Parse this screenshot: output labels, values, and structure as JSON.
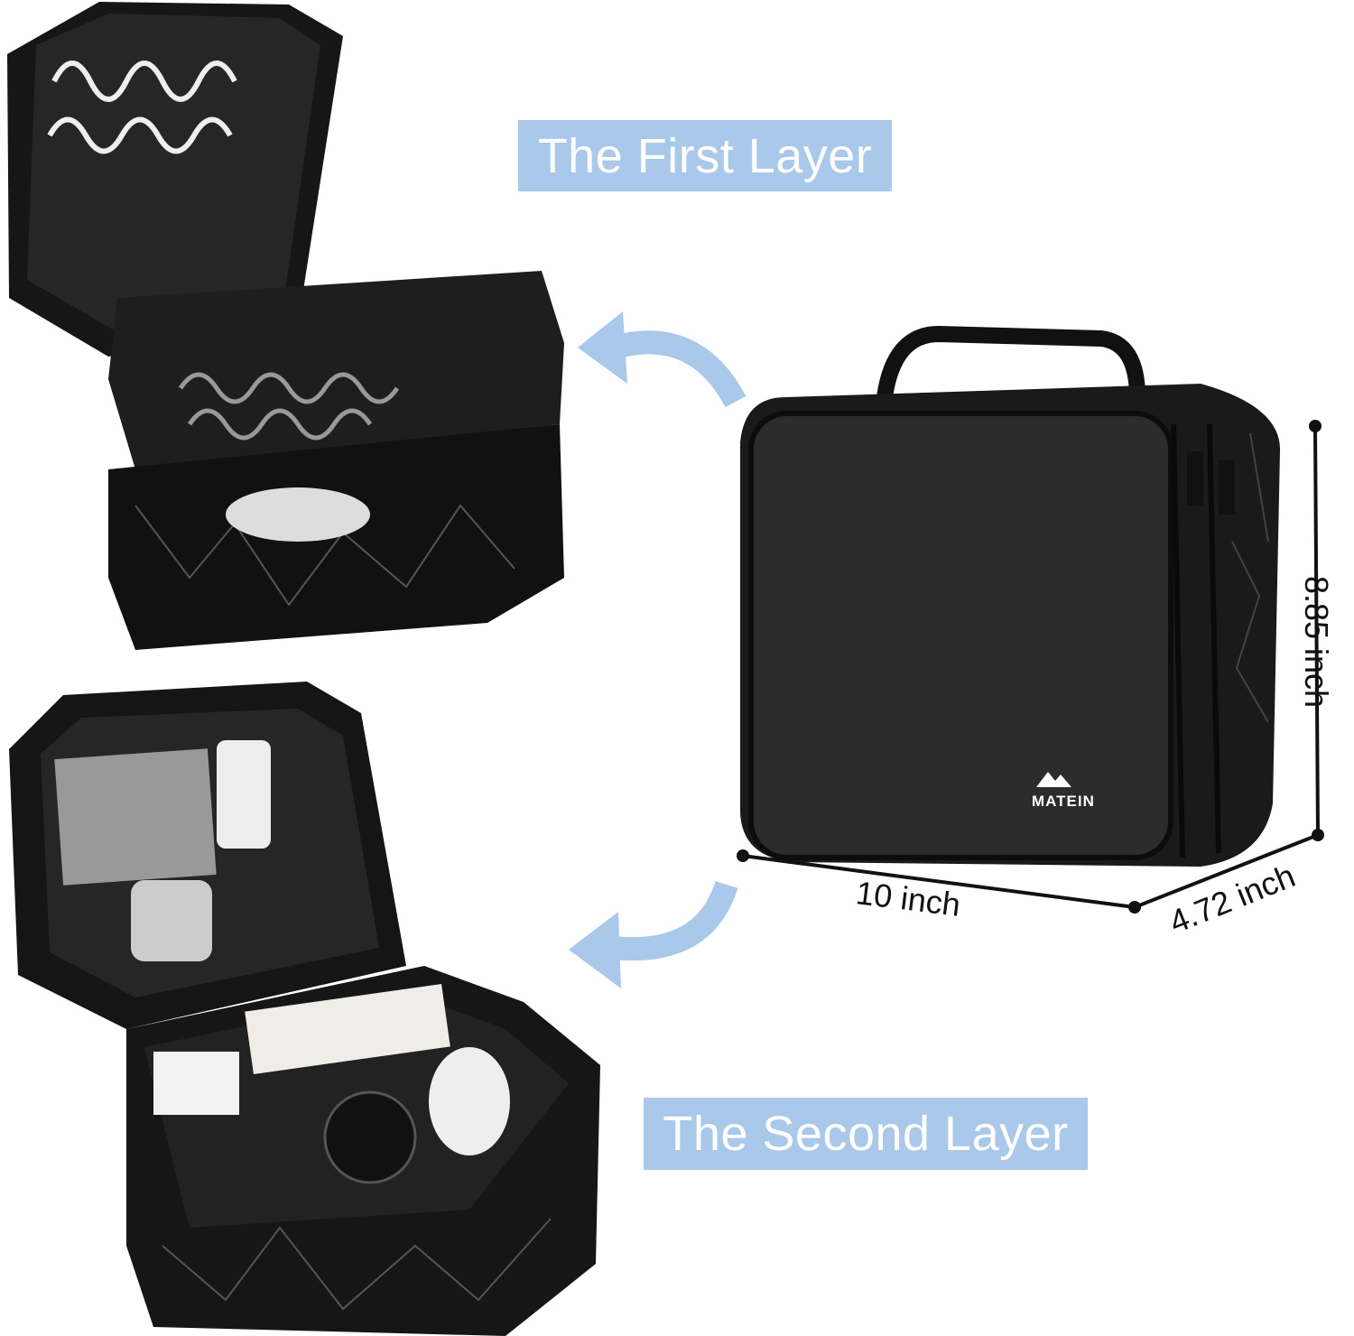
{
  "labels": {
    "first_layer": "The First Layer",
    "second_layer": "The Second Layer"
  },
  "dimensions": {
    "width": "10 inch",
    "height": "8.85 inch",
    "depth": "4.72 inch"
  },
  "brand": {
    "logo_text": "MATEIN"
  },
  "colors": {
    "label_bg": "#a9c8ea",
    "arrow": "#a9c8ea",
    "bag": "#1c1c1c"
  }
}
